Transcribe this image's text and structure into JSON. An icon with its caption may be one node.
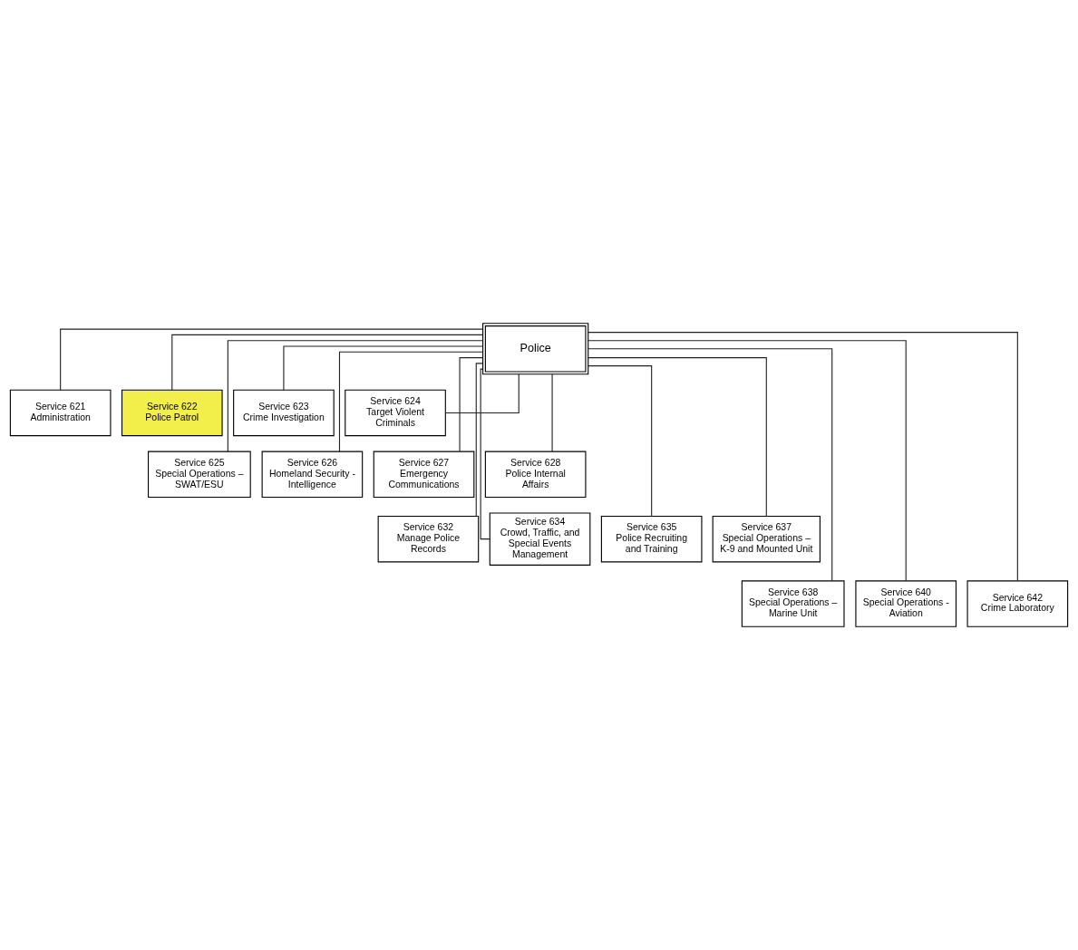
{
  "diagram": {
    "nodes": [
      {
        "text": [
          "Police"
        ]
      },
      {
        "text": [
          "Service 621",
          "Administration"
        ]
      },
      {
        "text": [
          "Service 622",
          "Police Patrol"
        ]
      },
      {
        "text": [
          "Service 623",
          "Crime Investigation"
        ]
      },
      {
        "text": [
          "Service 624",
          "Target Violent Criminals"
        ]
      },
      {
        "text": [
          "Service 625",
          "Special Operations – SWAT/ESU"
        ]
      },
      {
        "text": [
          "Service 626",
          "Homeland Security - Intelligence"
        ]
      },
      {
        "text": [
          "Service 627",
          "Emergency Communications"
        ]
      },
      {
        "text": [
          "Service 628",
          "Police Internal Affairs"
        ]
      },
      {
        "text": [
          "Service 632",
          "Manage Police Records"
        ]
      },
      {
        "text": [
          "Service 634",
          "Crowd, Traffic, and Special Events Management"
        ]
      },
      {
        "text": [
          "Service 635",
          "Police Recruiting and Training"
        ]
      },
      {
        "text": [
          "Service 637",
          "Special Operations – K-9 and Mounted Unit"
        ]
      },
      {
        "text": [
          "Service 638",
          "Special Operations – Marine Unit"
        ]
      },
      {
        "text": [
          "Service 640",
          "Special Operations - Aviation"
        ]
      },
      {
        "text": [
          "Service 642",
          "Crime Laboratory"
        ]
      }
    ],
    "edges": [
      {
        "from": 0,
        "to": 1,
        "arrow": "none"
      },
      {
        "from": 0,
        "to": 2,
        "arrow": "none"
      },
      {
        "from": 0,
        "to": 3,
        "arrow": "none"
      },
      {
        "from": 0,
        "to": 4,
        "arrow": "none"
      },
      {
        "from": 0,
        "to": 5,
        "arrow": "none"
      },
      {
        "from": 0,
        "to": 6,
        "arrow": "none"
      },
      {
        "from": 0,
        "to": 7,
        "arrow": "none"
      },
      {
        "from": 0,
        "to": 8,
        "arrow": "none"
      },
      {
        "from": 0,
        "to": 9,
        "arrow": "none"
      },
      {
        "from": 0,
        "to": 10,
        "arrow": "none"
      },
      {
        "from": 0,
        "to": 11,
        "arrow": "none"
      },
      {
        "from": 0,
        "to": 12,
        "arrow": "none"
      },
      {
        "from": 0,
        "to": 13,
        "arrow": "none"
      },
      {
        "from": 0,
        "to": 14,
        "arrow": "none"
      },
      {
        "from": 0,
        "to": 15,
        "arrow": "none"
      }
    ]
  }
}
